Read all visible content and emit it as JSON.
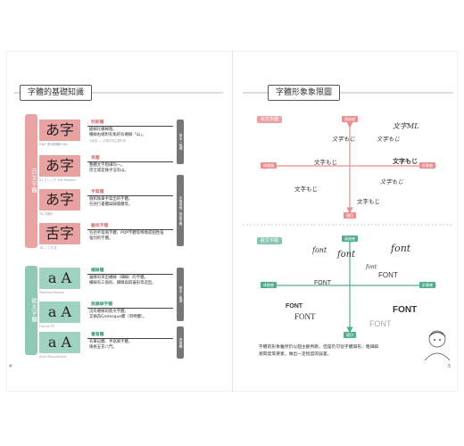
{
  "left_page": {
    "title": "字體的基礎知識",
    "page_number": "4",
    "section_ja": "日文字體",
    "section_en": "歐文字體",
    "items": [
      {
        "glyph": "あ字",
        "caption": "DNP 秀英明朝Pr6N",
        "tag": "明朝體",
        "lines": [
          "縱線比橫線粗。",
          "橫線右端附有角的有襯線「山」。"
        ],
        "note": "※這是——宇體中的主要形態",
        "swatch": "pink"
      },
      {
        "glyph": "あ字",
        "caption": "A1ゴシック Std Medium",
        "tag": "黑體",
        "lines": [
          "整體文字粗細均一。",
          "完全或是幾乎沒有山。"
        ],
        "note": "",
        "swatch": "pink"
      },
      {
        "glyph": "あ字",
        "caption": "TA-方眼K",
        "tag": "手寫體",
        "lines": [
          "隨和執筆手寫出的字體。",
          "包括行書體與隸書體等。"
        ],
        "note": "",
        "swatch": "pink"
      },
      {
        "glyph": "舌字",
        "caption": "TA-ことだま",
        "tag": "藝術字體",
        "lines": [
          "包括手寫風字體、POP字體等特徵或個性強",
          "強烈的字體。"
        ],
        "note": "",
        "swatch": "pink"
      },
      {
        "glyph": "a A",
        "caption": "Palatino Roman",
        "tag": "襯線體",
        "lines": [
          "邊緣有突出襯線（細線）的字體。",
          "橫線有三角形、細緻與四邊形等造型。"
        ],
        "note": "",
        "swatch": "mint"
      },
      {
        "glyph": "a A",
        "caption": "Futura PT",
        "tag": "無襯線字體",
        "lines": [
          "沒有襯線的歐文字體。",
          "又稱為Grotesque體（哥特體）。"
        ],
        "note": "",
        "swatch": "mint"
      },
      {
        "glyph": "a A",
        "caption": "Snell Roundhand",
        "tag": "書寫體",
        "lines": [
          "有筆記體、手寫風字體，",
          "風格五花八門。"
        ],
        "note": "",
        "swatch": "mint"
      }
    ],
    "side_tabs": [
      "基本・無襯",
      "手寫風格、藝術字體",
      "基本・無襯",
      "書寫體"
    ]
  },
  "right_page": {
    "title": "字體形象象限圖",
    "page_number": "5",
    "chart_ja": {
      "label": "日文字體",
      "top": "高級感",
      "bottom": "親切",
      "left": "休閒感",
      "right": "計算感",
      "samples": [
        {
          "text": "文字ML",
          "style": "script"
        },
        {
          "text": "文字もじ",
          "style": "hand"
        },
        {
          "text": "文字もじ",
          "style": "hand"
        },
        {
          "text": "文字もじ",
          "style": "sans"
        },
        {
          "text": "文字もじ",
          "style": "bold"
        },
        {
          "text": "文字もじ",
          "style": "serif"
        },
        {
          "text": "文字もじ",
          "style": "hand"
        },
        {
          "text": "文字もじ",
          "style": "serif"
        }
      ]
    },
    "chart_en": {
      "label": "歐文字體",
      "top": "高級感",
      "bottom": "親切",
      "left": "休閒感",
      "right": "計算感",
      "samples": [
        {
          "text": "font",
          "style": "script"
        },
        {
          "text": "font",
          "style": "script"
        },
        {
          "text": "font",
          "style": "script"
        },
        {
          "text": "font",
          "style": "script"
        },
        {
          "text": "FONT",
          "style": "sans"
        },
        {
          "text": "FONT",
          "style": "sans"
        },
        {
          "text": "FONT",
          "style": "bold"
        },
        {
          "text": "FONT",
          "style": "serif"
        },
        {
          "text": "FONT",
          "style": "light"
        },
        {
          "text": "FONT",
          "style": "bold"
        }
      ]
    },
    "bottom_text": [
      "字體的形象雖然仍以個主觀判斷，但是仍可從字體調形、粗細與",
      "窩間度等要素，做出一定程度的誤差。"
    ]
  },
  "colors": {
    "pink": "#e9a2a2",
    "mint": "#9fd2c1",
    "accent_pink": "#ea8e8e",
    "accent_mint": "#4fae8e"
  }
}
